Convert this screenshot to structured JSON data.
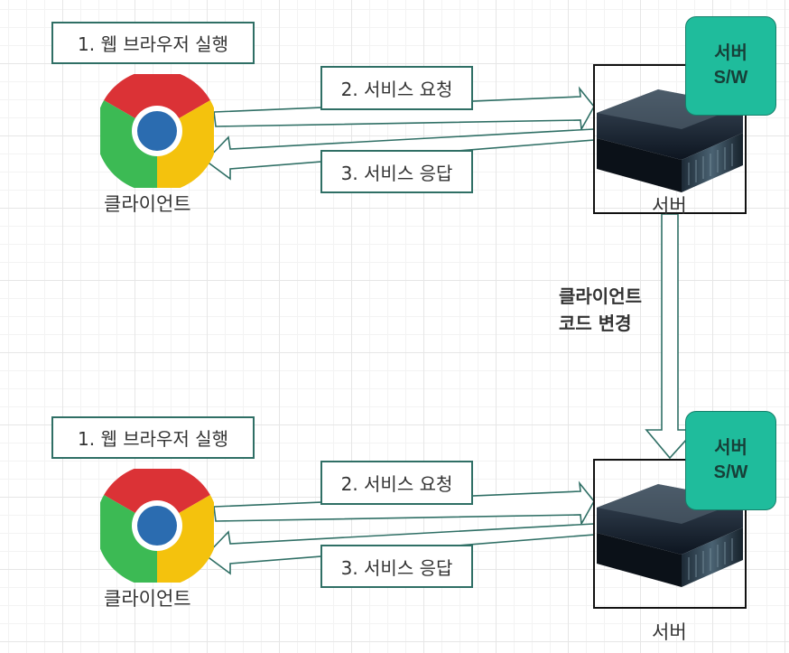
{
  "top": {
    "launch_label": "1. 웹 브라우저 실행",
    "client_label": "클라이언트",
    "request_label": "2. 서비스 요청",
    "response_label": "3. 서비스 응답",
    "server_label": "서버",
    "sw_line1": "서버",
    "sw_line2": "S/W"
  },
  "bottom": {
    "launch_label": "1. 웹 브라우저 실행",
    "client_label": "클라이언트",
    "request_label": "2. 서비스 요청",
    "response_label": "3. 서비스 응답",
    "server_label": "서버",
    "sw_line1": "서버",
    "sw_line2": "S/W"
  },
  "change_note": {
    "line1": "클라이언트",
    "line2": "코드 변경"
  },
  "colors": {
    "box_border": "#2f6f65",
    "sw_fill": "#1fbc9c",
    "arrow_stroke": "#2f6f65"
  }
}
